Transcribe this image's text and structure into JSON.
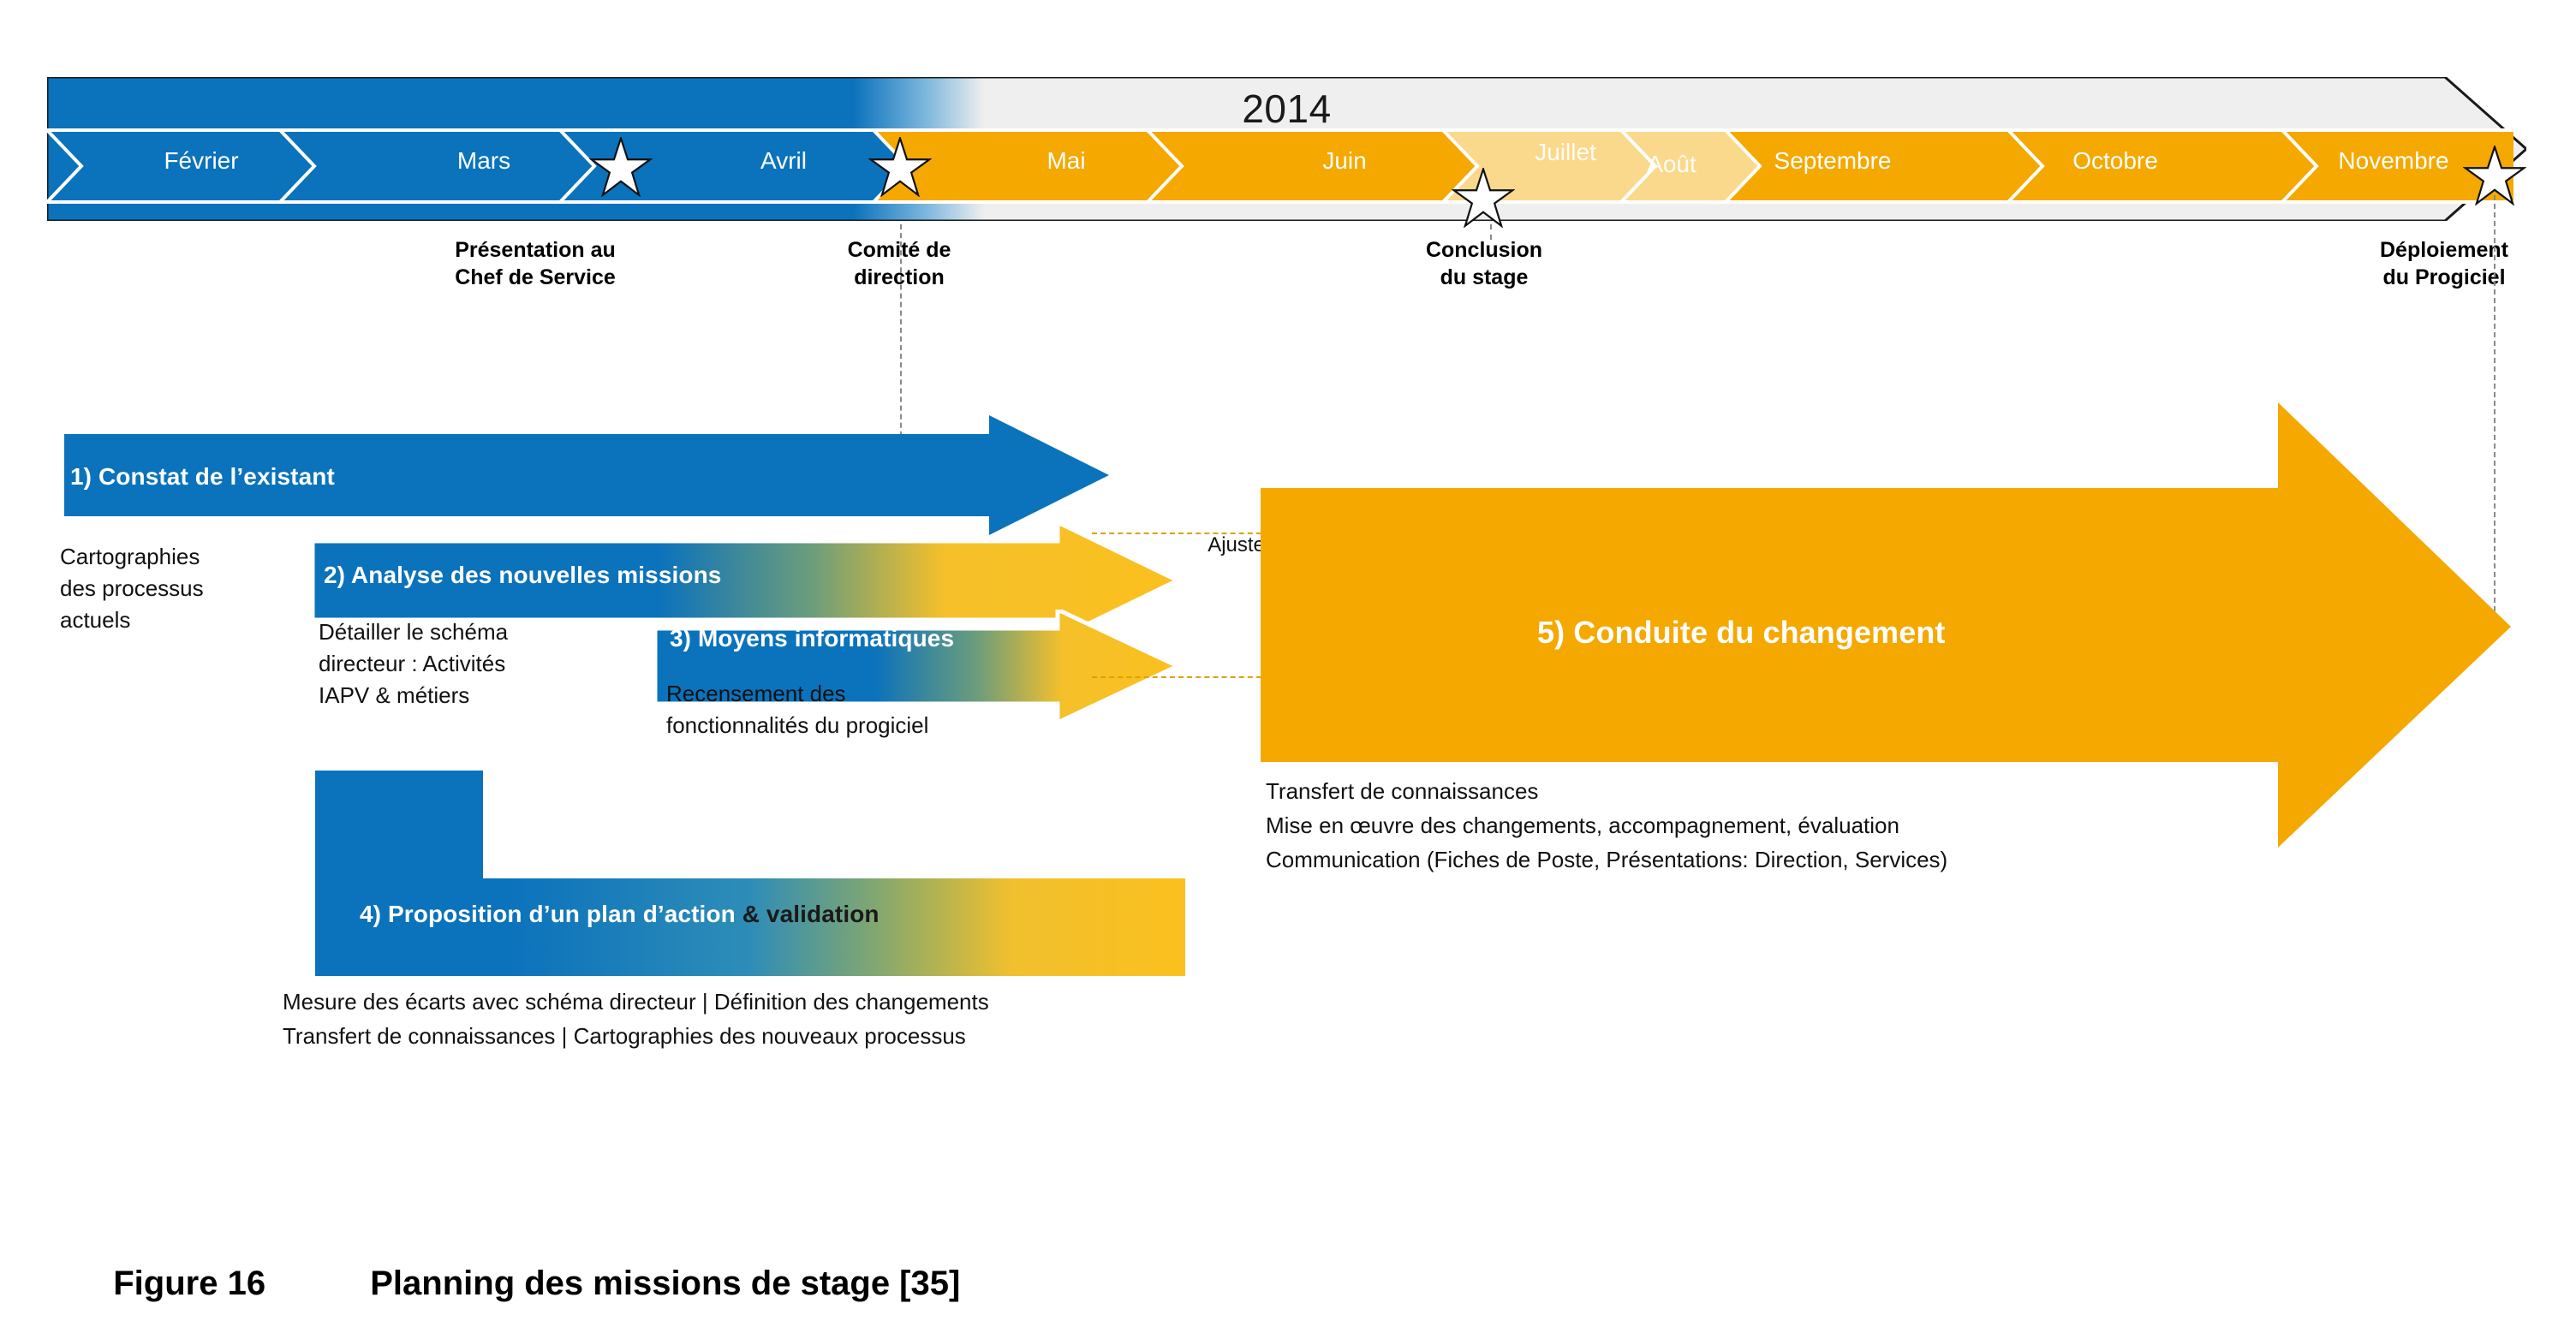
{
  "figure": {
    "number": "Figure 16",
    "title": "Planning des missions de stage [35]"
  },
  "colors": {
    "blue": "#0B72BC",
    "blue_dark": "#0A6AB0",
    "orange": "#F5A800",
    "orange_light": "#FAC756",
    "orange_pale": "#FBD98C",
    "band_grey": "#EFEFEF",
    "dash_orange": "#D9A300",
    "guide_grey": "#8A8A8A",
    "text_dark": "#111111",
    "text_white": "#FFFFFF"
  },
  "timeline": {
    "year": "2014",
    "months": [
      {
        "label": "Février",
        "state": "blue"
      },
      {
        "label": "Mars",
        "state": "blue"
      },
      {
        "label": "Avril",
        "state": "blue"
      },
      {
        "label": "Mai",
        "state": "orange"
      },
      {
        "label": "Juin",
        "state": "orange"
      },
      {
        "label": "Juillet",
        "state": "orange-pale"
      },
      {
        "label": "Août",
        "state": "orange-pale"
      },
      {
        "label": "Septembre",
        "state": "orange"
      },
      {
        "label": "Octobre",
        "state": "orange"
      },
      {
        "label": "Novembre",
        "state": "orange"
      }
    ]
  },
  "milestones": [
    {
      "icon": "star-icon",
      "label": "Présentation au\nChef de Service"
    },
    {
      "icon": "star-icon",
      "label": "Comité de\ndirection"
    },
    {
      "icon": "star-icon",
      "label": "Conclusion\ndu stage"
    },
    {
      "icon": "star-icon",
      "label": "Déploiement\ndu Progiciel"
    }
  ],
  "tasks": [
    {
      "title": "1) Constat de l’existant",
      "title_suffix": "",
      "desc": "Cartographies\ndes processus\nactuels",
      "fill": "blue"
    },
    {
      "title": "2) Analyse des nouvelles missions",
      "title_suffix": "",
      "desc": "Détailler le schéma\ndirecteur : Activités\nIAPV & métiers",
      "fill": "blue-to-orange"
    },
    {
      "title": "3) Moyens informatiques",
      "title_suffix": "",
      "desc": "Recensement des\nfonctionnalités du  progiciel",
      "fill": "blue-to-orange"
    },
    {
      "title": "4) Proposition d’un plan d’action ",
      "title_suffix": "& validation",
      "desc": "Mesure des écarts avec schéma directeur  |  Définition des changements\nTransfert de connaissances  |  Cartographies  des nouveaux processus",
      "fill": "blue-to-orange"
    },
    {
      "title": "5) Conduite du changement",
      "title_suffix": "",
      "desc": "Transfert de connaissances\nMise en œuvre des changements, accompagnement, évaluation\nCommunication (Fiches de Poste, Présentations: Direction, Services)",
      "fill": "orange"
    }
  ],
  "callout": {
    "text": "Ajustement  suite aux\nformations  des\nutilisateurs du\nprogiciel"
  }
}
